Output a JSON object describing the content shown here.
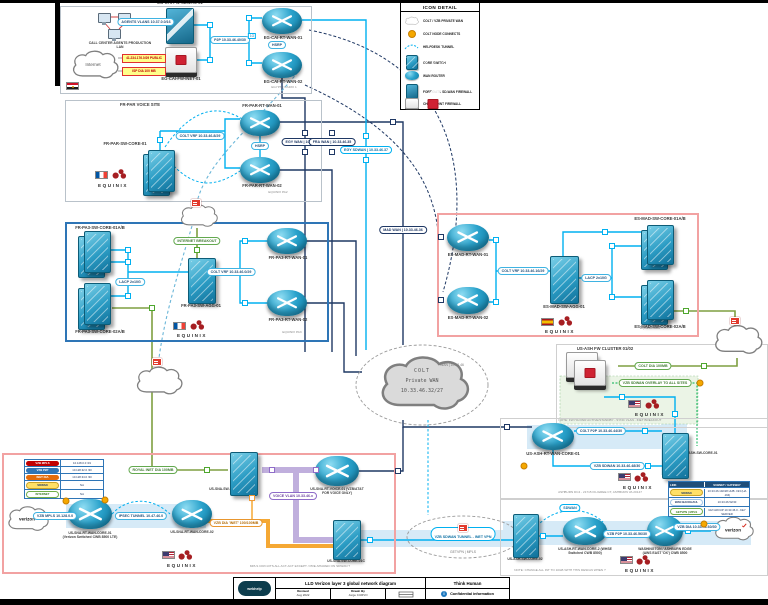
{
  "legend": {
    "title": "ICON DETAIL",
    "items": [
      {
        "label": "COLT / VZB PRIVATE WAN"
      },
      {
        "label": "COLT NODE CONNECTS"
      },
      {
        "label": "HELPDESK TUNNEL"
      },
      {
        "label": "CORE SWITCH"
      },
      {
        "label": "WAN ROUTER"
      },
      {
        "label": "FORTIGATE SD-WAN FIREWALL"
      },
      {
        "label": "CHECKPOINT FIREWALL"
      }
    ]
  },
  "egypt": {
    "lan_label": "CALL CENTER AGENTS PRODUCTION LAN",
    "oval_agents": "AGENTS VLANS 10.37.0.0/16",
    "fw_sdwan": "EG-CAI-FW-SDWAN-01",
    "internet": "Internet",
    "ip1": "41.234.176.0/29 PUBLIC",
    "ip2": "ISP DIA 100 MB",
    "fw_inet": "EG-CAI-FW-INET-01",
    "oval_p2p": "P2P 10.33.46.40/30",
    "link": "1G",
    "rt1": "EG-CAI-RT-WAN-01",
    "rt2": "EG-CAI-RT-WAN-02",
    "hsrp": "HSRP",
    "corner": "EGYPT | CAIRO 1"
  },
  "trunk": {
    "oval1": "EGY WAN | 10.33.46.34",
    "oval2": "FRA WAN | 10.33.46.35",
    "oval3": "EGY SDWAN | 10.33.46.37",
    "oval4": "MAD WAN | 10.33.46.36"
  },
  "france_site": {
    "title": "FR-PAR VOICE SITE",
    "sw": "FR-PAR-SW-CORE-01",
    "oval_vrf": "COLT VRF 10.33.46.8/29",
    "rt1": "FR-PAR-RT-WAN-01",
    "rt2": "FR-PAR-RT-WAN-02",
    "hsrp": "HSRP",
    "equinix": "EQUINIX",
    "corner": "EQUINIX PA2"
  },
  "france_eq": {
    "sw1": "FR-PA3-SW-CORE-01A/B",
    "sw2": "FR-PA3-SW-CORE-02A/B",
    "agg": "FR-PA3-SW-AGG-01",
    "rt1": "FR-PA3-RT-WAN-01",
    "rt2": "FR-PA3-RT-WAN-02",
    "oval_lacp": "LACP 2x10G",
    "oval_vrf": "COLT VRF 10.33.46.0/29",
    "oval_inet": "INTERNET BREAKOUT",
    "equinix": "EQUINIX",
    "corner": "EQUINIX PA3"
  },
  "spain": {
    "rt1": "ES-MAD-RT-WAN-01",
    "rt2": "ES-MAD-RT-WAN-02",
    "agg": "ES-MAD-SW-AGG-01",
    "sw1": "ES-MAD-SW-CORE-01A/B",
    "sw2": "ES-MAD-SW-CORE-02A/B",
    "oval_vrf": "COLT VRF 10.33.46.16/29",
    "oval_lacp": "LACP 2x10G",
    "equinix": "EQUINIX",
    "corner": "EQUINIX MD2"
  },
  "center_cloud": {
    "line1": "COLT",
    "line2": "Private WAN",
    "line3": "10.33.46.32/27",
    "side": "WAN | 10.33.46"
  },
  "us_fw": {
    "title": "US-ASH FW CLUSTER 01/02",
    "oval_dia": "COLT DIA 100MB",
    "oval_overlay": "VZB SDWAN OVERLAY TO ALL SITES",
    "equinix": "EQUINIX",
    "note": "NOTE: FW HA PAIR ACTIVE/STANDBY - SYNC VLAN - INET BREAKOUT"
  },
  "us_ash1": {
    "rt": "US-ASH-RT-WAN-CORE-01",
    "sw": "US-ASH-SW-CORE-01",
    "oval_p2p": "COLT P2P 10.33.46.44/30",
    "oval_sdwan": "VZB SDWAN 10.33.46.48/30",
    "equinix": "EQUINIX",
    "note": "ASHBURN DC4 - 21715 FILIGREE CT, ASHBURN VA 20147",
    "table": {
      "h1": "LINK",
      "h2": "SUBNET / GATEWAY",
      "rows": [
        {
          "label": "SDWAN",
          "style": "background:#ffe066;border:0.5px solid #c9a227",
          "value": "10.33.46.192/28 HUB .193 (HA .194)"
        },
        {
          "label": "WAN BACKHAUL",
          "style": "border:0.5px solid #9dc3e6",
          "value": "10.33.46.52/30"
        },
        {
          "label": "GETVPN | MPLS",
          "style": "border:0.5px solid #70ad47;color:#3a7a1e",
          "value": "GM GROUP 10.33.46.0 - KEY SERVER"
        }
      ]
    }
  },
  "us_ash2": {
    "sw": "US-ASH-SW-CORE-02",
    "rt1": "US-ASH-RT-WAN-CORE-2 (WHSE Switched CWB 8500)",
    "rt2": "WASHINGTON / ASHBURN EDGE (AWS EAST 'DX') CWB 8500",
    "oval_sdwan": "SDWAN",
    "oval_p2p": "VZB P2P 10.33.46.56/30",
    "oval_dia": "VZB DIA 10.33.46.60/30",
    "cloud": "verizon",
    "equinix": "EQUINIX",
    "note": "NOTE: CHANGE ALL INT TO 10GB WITH THIS DESIGN WHEN ?"
  },
  "us_sna": {
    "cloud": "verizon",
    "table": {
      "rows": [
        {
          "label": "VZB MPLS",
          "style": "background:#c00000;color:#fff",
          "value": "10.128.0.0 /19"
        },
        {
          "label": "VZB P2P",
          "style": "background:#2e75b6;color:#fff",
          "value": "10.128.32.0 /30"
        },
        {
          "label": "INET DIA",
          "style": "background:#e36c0a;color:#fff",
          "value": "10.128.34.0 /30"
        },
        {
          "label": "SDWAN",
          "style": "background:#ffe066;border:0.5px solid #c9a227",
          "value": "NA"
        },
        {
          "label": "INTERNET",
          "style": "border:0.5px solid #70ad47;color:#3a7a1e",
          "value": "NA"
        }
      ]
    },
    "oval_mpls": "VZB MPLS 10.128.0.0",
    "rt1": "US-SNA-RT-WAN-CORE-01 (Verizon Switched CWB 8500 LTE)",
    "oval_ipsec": "IPSEC TUNNEL 10.47.46.0",
    "rt2": "US-SNA-RT-WAN-CORE-02",
    "oval_royal": "ROYAL INET DIA 100MB",
    "sw1": "US-SNA-SW-CORE-01B",
    "oval_voice": "VOICE VLAN 10.33.46.x",
    "rt3": "US-SNA-RT-VOICE-01 (VZB/AT&T FOR VOICE ONLY)",
    "oval_dia": "VZB DIA 'INET' 100/100MB",
    "sw2": "US-SNA-SW-CORE-01C",
    "note": "MPLS CIRCUITS ALL ACT-ACT EXCEPT / PRE-SHARED ON SDWAN ?",
    "equinix": "EQUINIX"
  },
  "tunnel": {
    "label": "VZB SDWAN TUNNEL - INET VPN",
    "sub": "GETVPN | MPLS"
  },
  "titleblock": {
    "logo": "webhelp",
    "title": "LLD Verizon layer 3 global network diagram",
    "revised_label": "Revised",
    "revised_value": "Aug 2022",
    "drawn_label": "Drawn By",
    "drawn_value": "Jorge CURVO",
    "brand": "Think Human",
    "confidential": "Confidential information",
    "info": "i"
  }
}
